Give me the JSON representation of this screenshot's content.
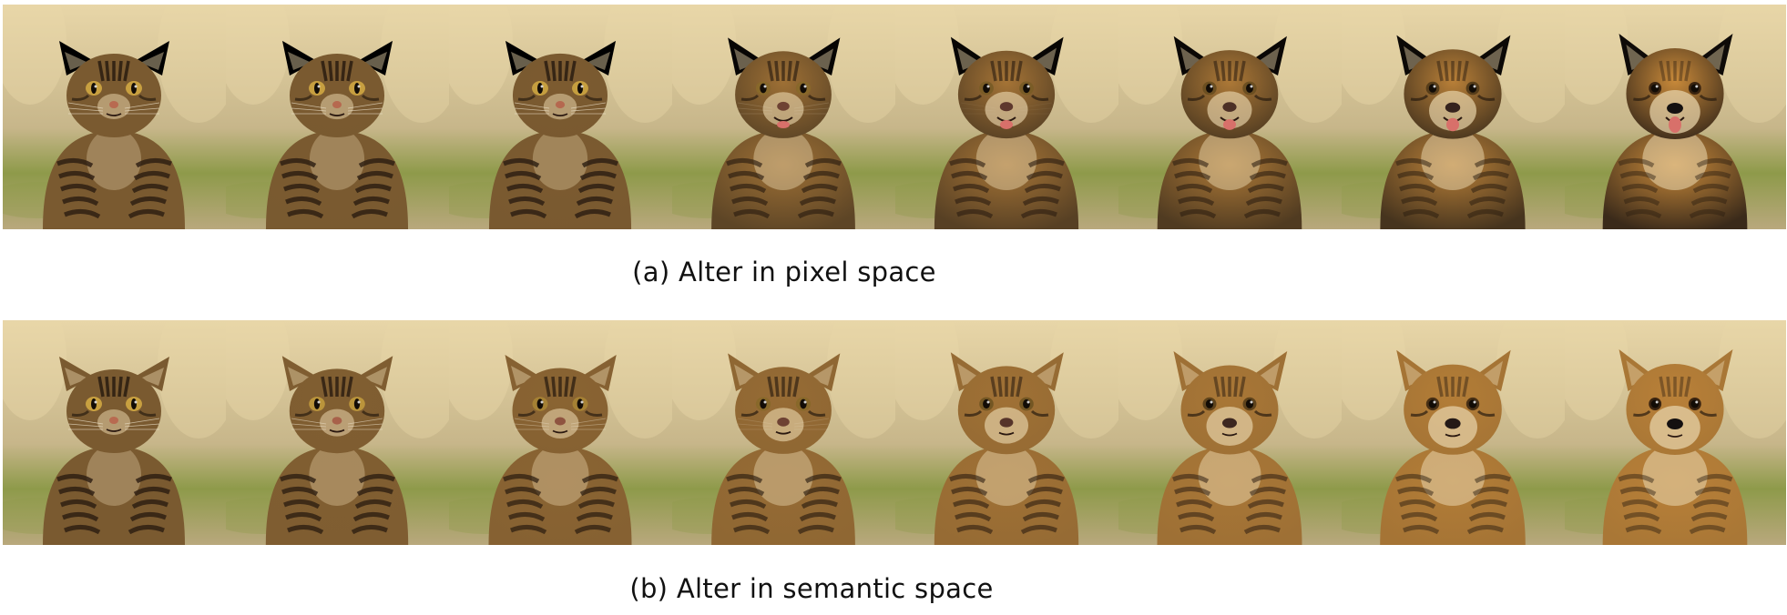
{
  "rows": [
    {
      "caption": "(a) Alter in pixel space",
      "mode": "pixel",
      "frames": [
        {
          "morph": 0.0
        },
        {
          "morph": 0.01
        },
        {
          "morph": 0.02
        },
        {
          "morph": 0.45
        },
        {
          "morph": 0.55
        },
        {
          "morph": 0.65
        },
        {
          "morph": 0.8
        },
        {
          "morph": 1.0
        }
      ]
    },
    {
      "caption": "(b) Alter in semantic space",
      "mode": "semantic",
      "frames": [
        {
          "morph": 0.0
        },
        {
          "morph": 0.1
        },
        {
          "morph": 0.25
        },
        {
          "morph": 0.45
        },
        {
          "morph": 0.6
        },
        {
          "morph": 0.75
        },
        {
          "morph": 0.9
        },
        {
          "morph": 1.0
        }
      ]
    }
  ],
  "colors": {
    "background_light": "#e8d6a8",
    "background_dark": "#8a7a52",
    "grass": "#8e9a4a",
    "fur_tabby": "#7a5a30",
    "fur_stripe": "#2a1c10",
    "fur_tan": "#c98a3a",
    "fur_black": "#1e1610",
    "chest_light": "#e6d2a8",
    "eye_amber": "#c8a040",
    "tongue": "#d8706a",
    "caption_text": "#111111"
  }
}
